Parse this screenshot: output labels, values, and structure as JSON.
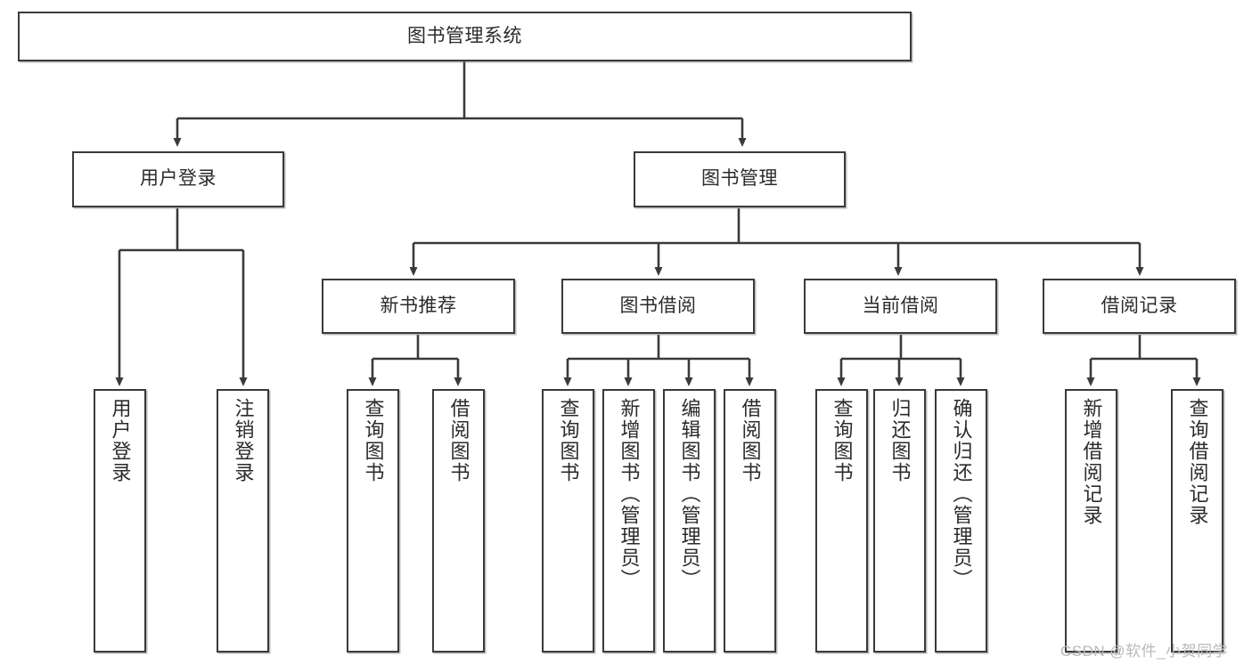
{
  "diagram": {
    "type": "tree",
    "title": "图书管理系统",
    "orientation": "top-down",
    "root": {
      "label": "图书管理系统"
    },
    "level1": [
      {
        "label": "用户登录"
      },
      {
        "label": "图书管理"
      }
    ],
    "level2": [
      {
        "label": "新书推荐"
      },
      {
        "label": "图书借阅"
      },
      {
        "label": "当前借阅"
      },
      {
        "label": "借阅记录"
      }
    ],
    "leaves": {
      "user_login": [
        {
          "label": "用户登录"
        },
        {
          "label": "注销登录"
        }
      ],
      "new_book_recommend": [
        {
          "label": "查询图书"
        },
        {
          "label": "借阅图书"
        }
      ],
      "book_borrow": [
        {
          "label": "查询图书"
        },
        {
          "label": "新增图书（管理员）"
        },
        {
          "label": "编辑图书（管理员）"
        },
        {
          "label": "借阅图书"
        }
      ],
      "current_borrow": [
        {
          "label": "查询图书"
        },
        {
          "label": "归还图书"
        },
        {
          "label": "确认归还（管理员）"
        }
      ],
      "borrow_record": [
        {
          "label": "新增借阅记录"
        },
        {
          "label": "查询借阅记录"
        }
      ]
    }
  },
  "watermark": {
    "text": "CSDN @软件_小贺同学"
  },
  "colors": {
    "border": "#3a3a3a",
    "text": "#2b2b2b",
    "background": "#ffffff",
    "watermark": "#b9b9b9"
  }
}
